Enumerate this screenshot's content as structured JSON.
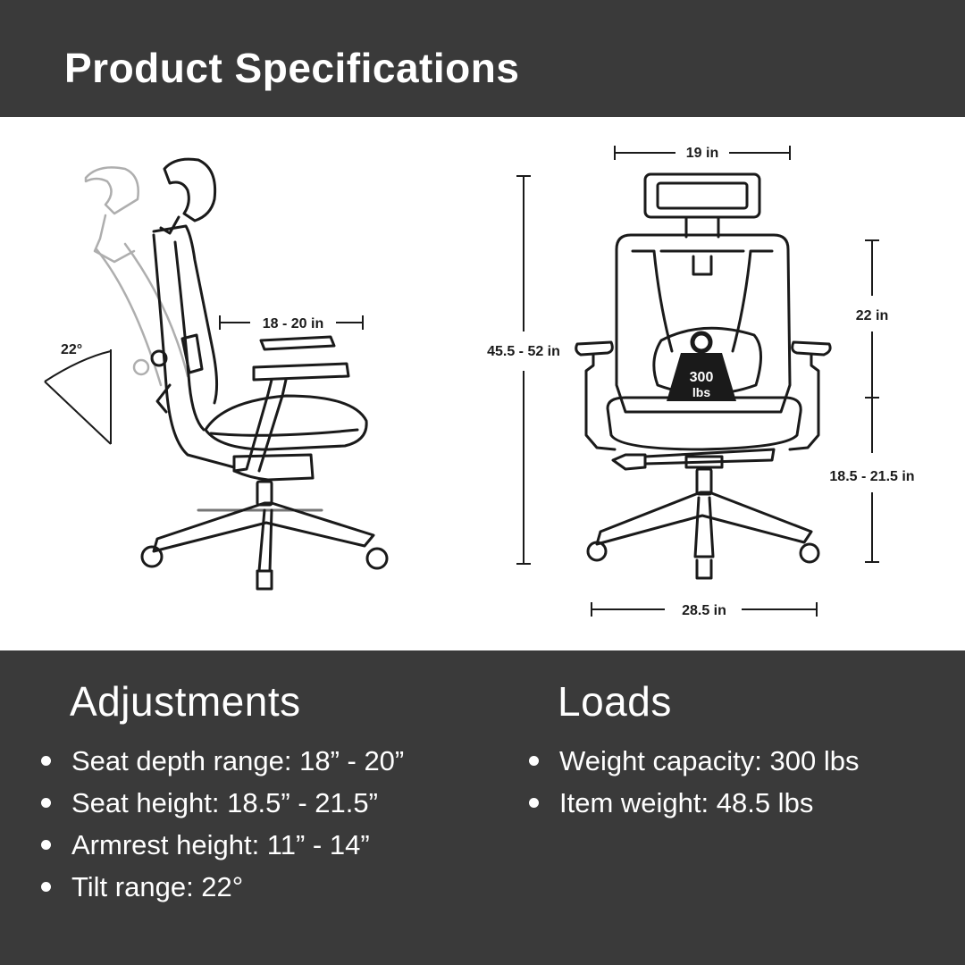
{
  "header": {
    "title": "Product Specifications"
  },
  "side_view": {
    "tilt_label": "22°",
    "seat_depth_label": "18 - 20 in"
  },
  "front_view": {
    "width_label": "19 in",
    "total_height_label": "45.5 - 52 in",
    "back_height_label": "22 in",
    "seat_height_label": "18.5 - 21.5 in",
    "base_width_label": "28.5 in",
    "weight_badge": {
      "value": "300",
      "unit": "lbs"
    }
  },
  "adjustments": {
    "title": "Adjustments",
    "items": [
      "Seat depth range: 18” - 20”",
      "Seat height: 18.5” - 21.5”",
      "Armrest height: 11” - 14”",
      "Tilt range: 22°"
    ]
  },
  "loads": {
    "title": "Loads",
    "items": [
      "Weight capacity: 300 lbs",
      "Item weight: 48.5 lbs"
    ]
  },
  "colors": {
    "band": "#3a3a3a",
    "text_light": "#ffffff",
    "ink": "#1a1a1a"
  }
}
